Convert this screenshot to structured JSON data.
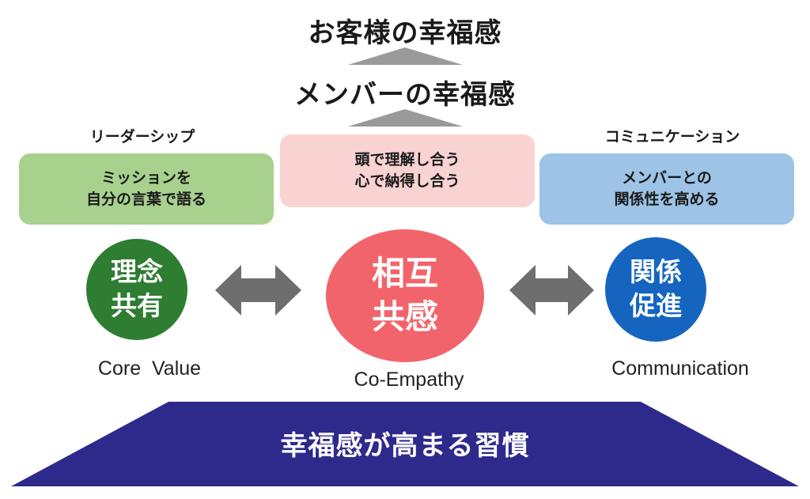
{
  "diagram": {
    "top_title": "お客様の幸福感",
    "mid_title": "メンバーの幸福感",
    "columns": [
      {
        "heading": "リーダーシップ",
        "box_text": "ミッションを\n自分の言葉で語る",
        "circle_text": "理念\n共有",
        "caption": "Core  Value",
        "box_color": "#a9d18e",
        "circle_color": "#2e7d32"
      },
      {
        "heading": "",
        "box_text": "頭で理解し合う\n心で納得し合う",
        "circle_text": "相互\n共感",
        "caption": "Co-Empathy",
        "box_color": "#f9d2d2",
        "circle_color": "#f2646b"
      },
      {
        "heading": "コミュニケーション",
        "box_text": "メンバーとの\n関係性を高める",
        "circle_text": "関係\n促進",
        "caption": "Communication",
        "box_color": "#9dc3e6",
        "circle_color": "#1565c0"
      }
    ],
    "base_text": "幸福感が高まる習慣",
    "base_color": "#2e2a8c",
    "arrow_color": "#6e6e6e"
  }
}
